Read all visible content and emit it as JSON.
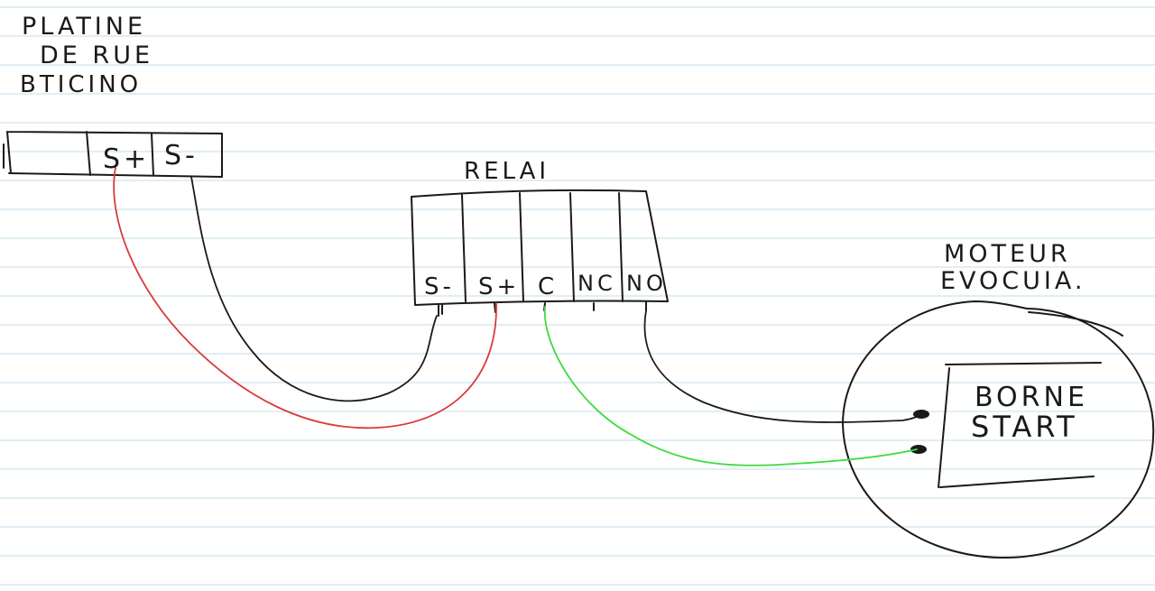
{
  "labels": {
    "platine_line1": "PLATINE",
    "platine_line2": "DE RUE",
    "platine_line3": "BTICINO",
    "relai": "RELAI",
    "moteur_line1": "MOTEUR",
    "moteur_line2": "EVOCUIA.",
    "borne_line1": "BORNE",
    "borne_line2": "START"
  },
  "platine_terminals": [
    "S+",
    "S-"
  ],
  "relay_terminals": [
    "S-",
    "S+",
    "C",
    "NC",
    "NO"
  ],
  "colors": {
    "ink": "#1a1a1a",
    "paper_rule": "#cfe3f0",
    "wire_red": "#d93b3b",
    "wire_green": "#3ddc3d",
    "wire_black": "#1a1a1a"
  }
}
